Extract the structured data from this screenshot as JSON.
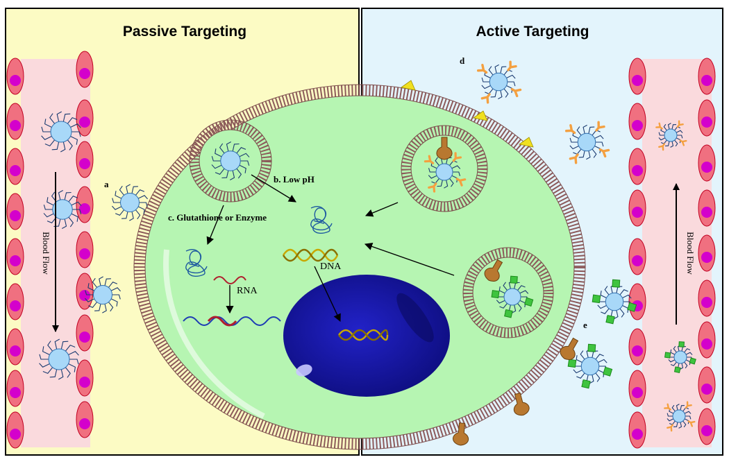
{
  "titles": {
    "passive": "Passive Targeting",
    "active": "Active Targeting"
  },
  "labels": {
    "a": "a",
    "b": "b. Low pH",
    "c": "c. Glutathione or Enzyme",
    "d": "d",
    "e": "e",
    "rna": "RNA",
    "dna": "DNA",
    "blood_flow_left": "Blood Flow",
    "blood_flow_right": "Blood Flow"
  },
  "colors": {
    "passive_bg": "#fcfbc4",
    "active_bg": "#e3f4fc",
    "vessel": "#fadadd",
    "cell": "#b6f5b2",
    "nucleus": "#1c1aa8",
    "rbc": "#f07080",
    "rbc_core": "#d400cc",
    "nanoparticle": "#a8d8f8",
    "ligand_y": "#f4a040",
    "ligand_sq": "#3fc43f",
    "receptor": "#b87830",
    "triangle": "#f0e020"
  }
}
